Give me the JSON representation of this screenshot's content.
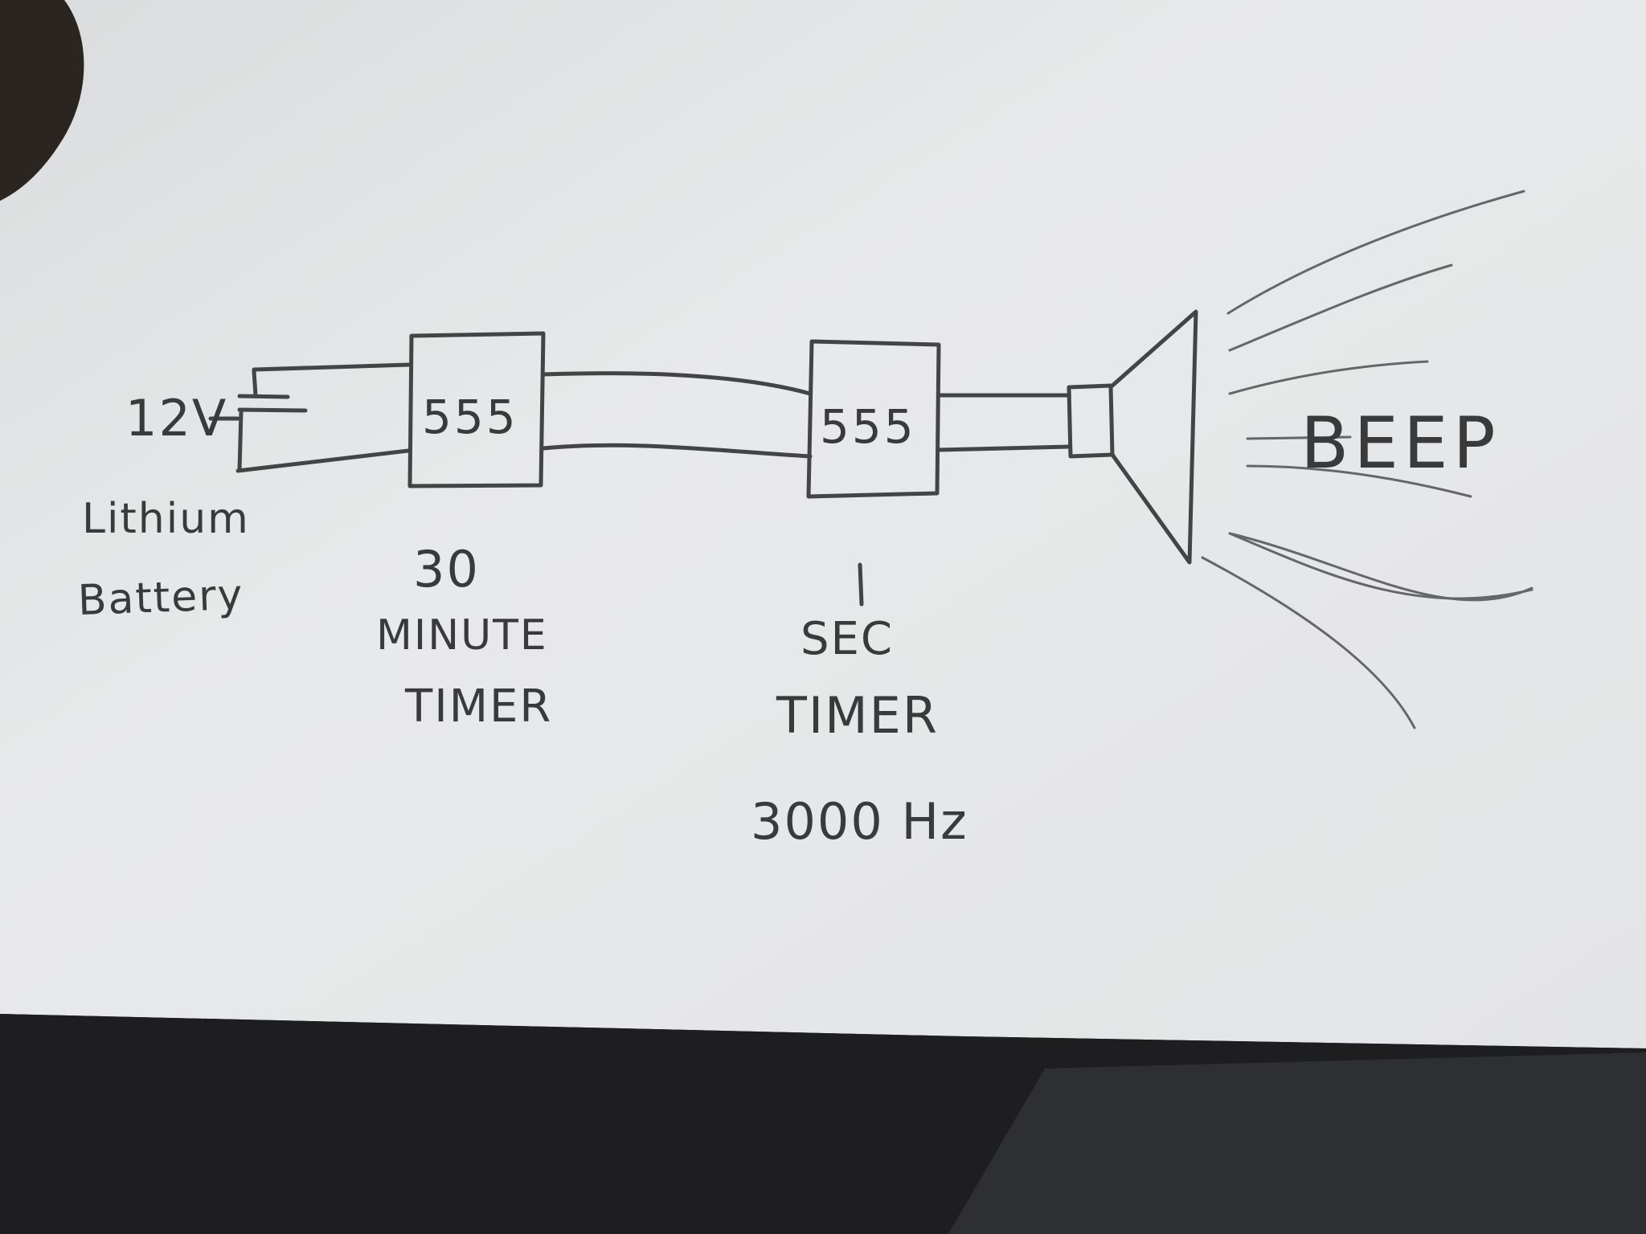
{
  "diagram": {
    "battery": {
      "voltage_label": "12V",
      "caption_line1": "Lithium",
      "caption_line2": "Battery"
    },
    "timer1": {
      "chip_label": "555",
      "caption_line1": "30",
      "caption_line2": "MINUTE",
      "caption_line3": "TIMER"
    },
    "timer2": {
      "chip_label": "555",
      "caption_line1": "1",
      "caption_line2": "SEC",
      "caption_line3": "TIMER",
      "caption_line4": "3000 Hz"
    },
    "speaker": {
      "sound_label": "BEEP"
    }
  },
  "colors": {
    "paper": "#e6e7e8",
    "ink": "#3a3a3a",
    "background": "#222222"
  }
}
